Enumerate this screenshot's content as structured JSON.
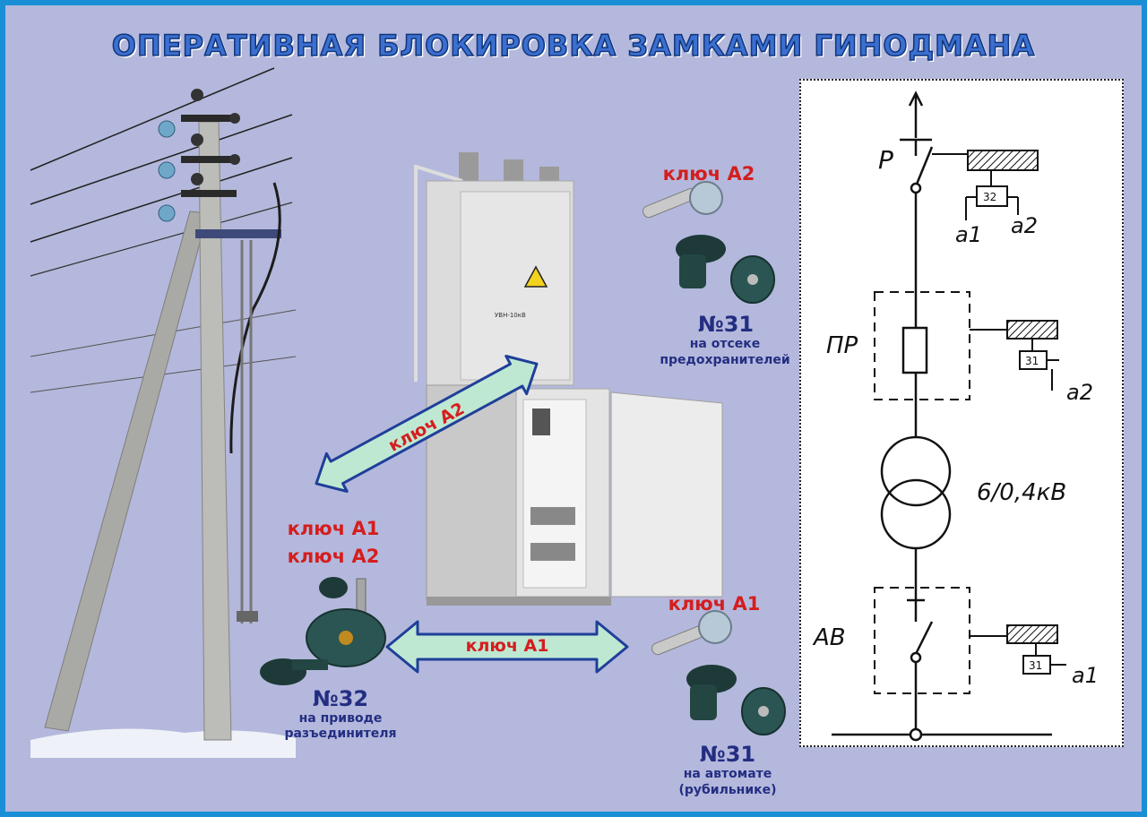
{
  "title": "ОПЕРАТИВНАЯ БЛОКИРОВКА ЗАМКАМИ ГИНОДМАНА",
  "cabinet_label": "УВН-10кВ",
  "arrows": {
    "diagonal_label": "ключ А2",
    "horizontal_label": "ключ А1"
  },
  "lock32": {
    "key_line1": "ключ А1",
    "key_line2": "ключ А2",
    "number": "№32",
    "caption_line1": "на приводе",
    "caption_line2": "разъединителя"
  },
  "lock31_fuse": {
    "key": "ключ А2",
    "number": "№31",
    "caption_line1": "на отсеке",
    "caption_line2": "предохранителей"
  },
  "lock31_breaker": {
    "key": "ключ А1",
    "number": "№31",
    "caption_line1": "на автомате",
    "caption_line2": "(рубильнике)"
  },
  "schematic": {
    "switch_label": "Р",
    "fuse_label": "ПР",
    "transformer_label": "6/0,4кВ",
    "breaker_label": "АВ",
    "lock_top": "32",
    "lock_mid": "31",
    "lock_bot": "31",
    "a1_top": "а1",
    "a2_top": "а2",
    "a2_mid": "а2",
    "a1_bot": "а1"
  },
  "colors": {
    "background": "#b4b8dc",
    "border": "#1a8fd6",
    "title": "#3b6fd0",
    "key_text": "#d41e1e",
    "caption_text": "#232e82",
    "arrow_fill": "#bfe8d2"
  }
}
